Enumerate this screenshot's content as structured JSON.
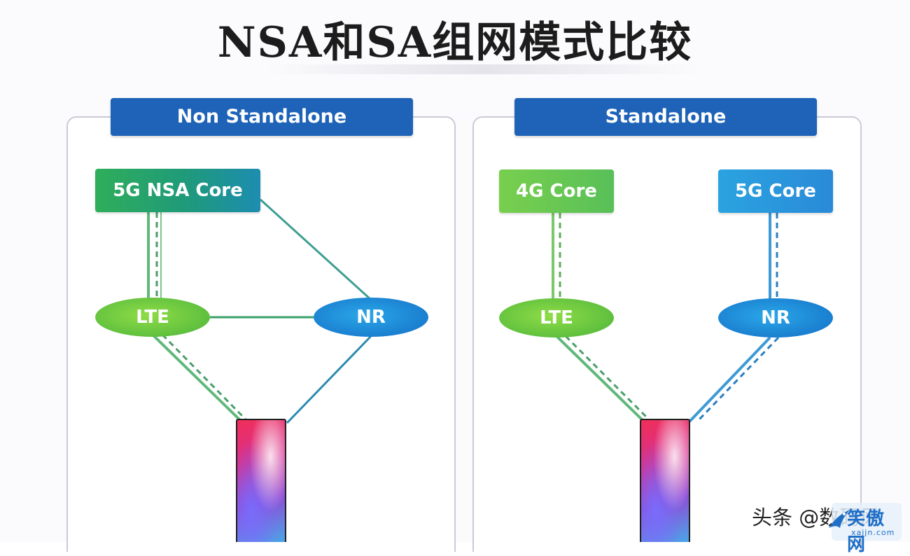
{
  "title": "NSA和SA组网模式比较",
  "left_panel": {
    "header": "Non Standalone",
    "core": "5G NSA Core",
    "lte": "LTE",
    "nr": "NR"
  },
  "right_panel": {
    "header": "Standalone",
    "core_4g": "4G Core",
    "core_5g": "5G Core",
    "lte": "LTE",
    "nr": "NR"
  },
  "watermark": "头条 @数码风",
  "site_logo": {
    "name": "笑傲网",
    "url_text": "xajjn.com"
  },
  "colors": {
    "header_blue": "#1e63b7",
    "green_link": "#4caa7a",
    "blue_link": "#2a8bb0",
    "lte_green": "#6cc63f",
    "nr_blue": "#1f8ad8"
  }
}
